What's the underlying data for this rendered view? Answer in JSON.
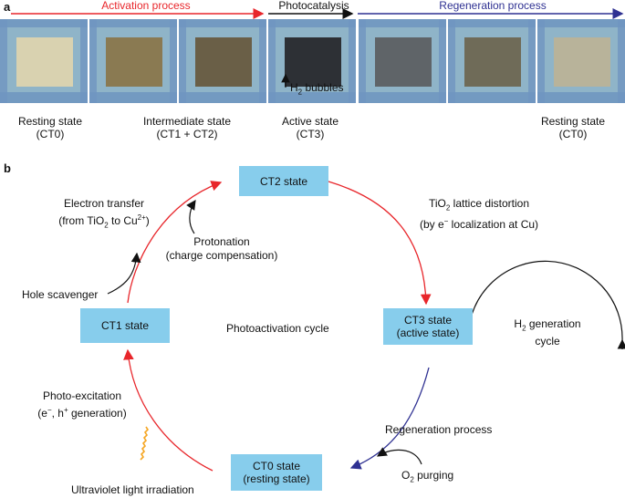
{
  "panel_a": {
    "letter": "a",
    "process_labels": {
      "activation": "Activation process",
      "photocatalysis": "Photocatalysis",
      "regeneration": "Regeneration process"
    },
    "colors": {
      "activation": "#e8262b",
      "photocatalysis": "#111111",
      "regeneration": "#2f3192"
    },
    "photos": [
      {
        "film_color": "#d9d2b0"
      },
      {
        "film_color": "#8a7a52"
      },
      {
        "film_color": "#6a5f47"
      },
      {
        "film_color": "#2d3035"
      },
      {
        "film_color": "#5f6468"
      },
      {
        "film_color": "#6f6b58"
      },
      {
        "film_color": "#b8b39a"
      }
    ],
    "h2_bubbles": {
      "main": "H",
      "sub": "2",
      "rest": " bubbles"
    },
    "captions": {
      "resting_1": {
        "line1": "Resting state",
        "line2": "(CT0)"
      },
      "intermediate": {
        "line1": "Intermediate state",
        "line2": "(CT1 + CT2)"
      },
      "active": {
        "line1": "Active state",
        "line2": "(CT3)"
      },
      "resting_2": {
        "line1": "Resting state",
        "line2": "(CT0)"
      }
    }
  },
  "panel_b": {
    "letter": "b",
    "box_color": "#87cdec",
    "boxes": {
      "ct2": {
        "line1": "CT2 state"
      },
      "ct1": {
        "line1": "CT1 state"
      },
      "ct3": {
        "line1": "CT3 state",
        "line2": "(active state)"
      },
      "ct0": {
        "line1": "CT0 state",
        "line2": "(resting state)"
      }
    },
    "labels": {
      "electron_transfer": {
        "line1": "Electron transfer",
        "line2_a": "(from TiO",
        "line2_sub": "2",
        "line2_b": " to Cu",
        "line2_sup": "2+",
        "line2_c": ")"
      },
      "protonation": {
        "line1": "Protonation",
        "line2": "(charge compensation)"
      },
      "hole_scavenger": "Hole scavenger",
      "lattice": {
        "line1_a": "TiO",
        "line1_sub": "2",
        "line1_b": " lattice distortion",
        "line2_a": "(by e",
        "line2_sup": "−",
        "line2_b": " localization at Cu)"
      },
      "photoactivation_cycle": "Photoactivation cycle",
      "h2_generation": {
        "line1_a": "H",
        "line1_sub": "2",
        "line1_b": " generation",
        "line2": "cycle"
      },
      "regeneration_process": "Regeneration process",
      "o2_purging": {
        "main": "O",
        "sub": "2",
        "rest": " purging"
      },
      "photo_excitation": {
        "line1": "Photo-excitation",
        "line2_a": "(e",
        "line2_sup1": "−",
        "line2_b": ", h",
        "line2_sup2": "+",
        "line2_c": " generation)"
      },
      "uv_irradiation": "Ultraviolet light irradiation"
    },
    "colors": {
      "red_arrow": "#e8262b",
      "blue_arrow": "#2f3192",
      "black": "#111111",
      "uv_wave": "#f5a623"
    }
  }
}
